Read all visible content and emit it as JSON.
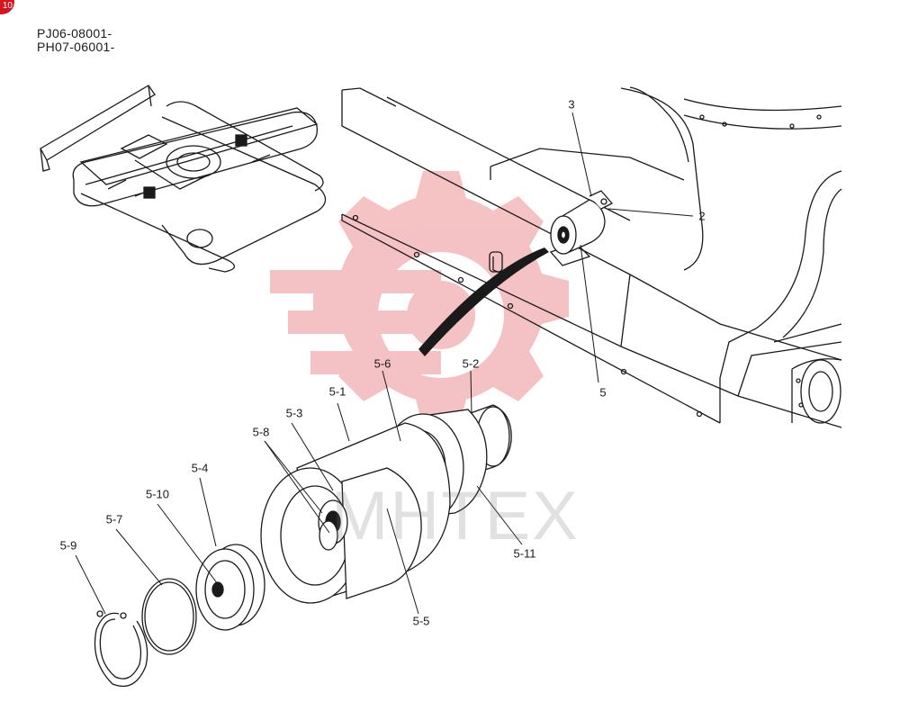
{
  "corner_badge": "10",
  "serials": [
    "PJ06-08001-",
    "PH07-06001-"
  ],
  "watermark": "MHTEX",
  "callouts": {
    "c2": "2",
    "c3": "3",
    "c5": "5",
    "c5_1": "5-1",
    "c5_2": "5-2",
    "c5_3": "5-3",
    "c5_4": "5-4",
    "c5_5": "5-5",
    "c5_6": "5-6",
    "c5_7": "5-7",
    "c5_8": "5-8",
    "c5_9": "5-9",
    "c5_10": "5-10",
    "c5_11": "5-11"
  },
  "colors": {
    "line": "#1a1a1a",
    "watermark_red": "#f3b8ba",
    "badge": "#d8141e"
  }
}
